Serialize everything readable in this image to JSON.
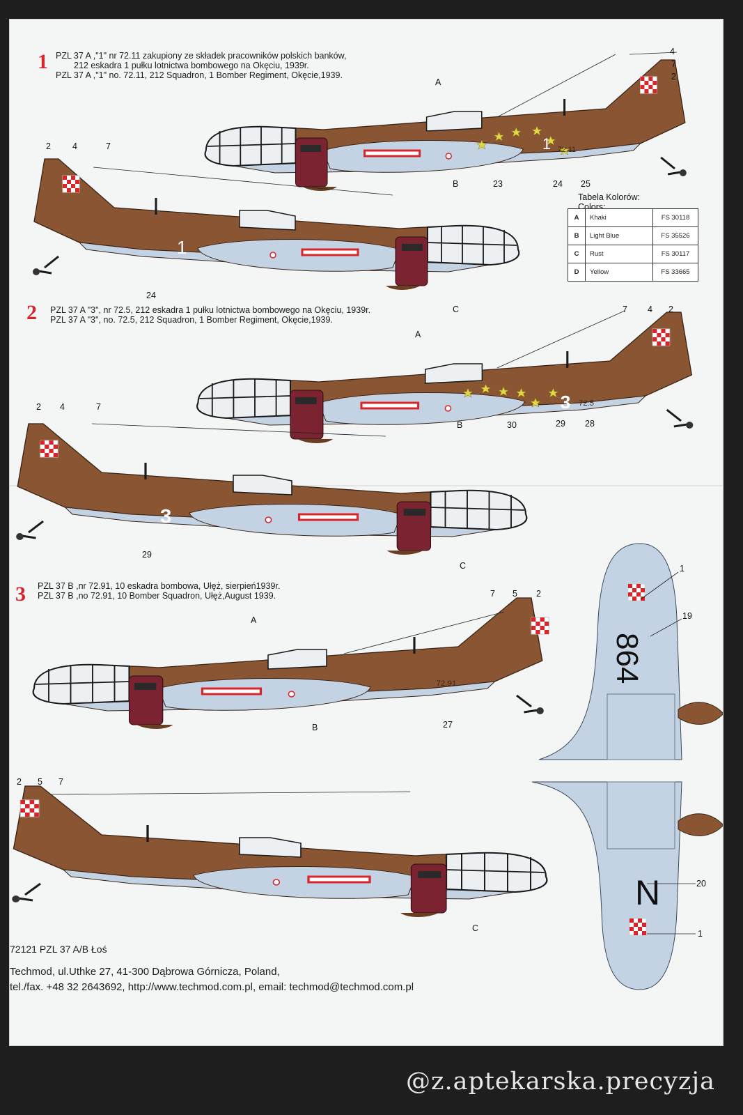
{
  "schemes": [
    {
      "number": "1",
      "line_pl": "PZL 37 A ,\"1\" nr 72.11 zakupiony ze składek pracowników polskich banków,",
      "line_pl_2": "212 eskadra 1 pułku lotnictwa bombowego na Okęciu, 1939r.",
      "line_en": "PZL 37 A ,\"1\" no. 72.11, 212 Squadron, 1 Bomber Regiment, Okęcie,1939.",
      "side_code": "1",
      "serial": "72.11"
    },
    {
      "number": "2",
      "line_pl": "PZL 37 A \"3\", nr 72.5, 212 eskadra 1 pułku lotnictwa bombowego na Okęciu, 1939r.",
      "line_en": "PZL 37 A \"3\", no. 72.5, 212 Squadron, 1 Bomber Regiment, Okęcie,1939.",
      "side_code": "3",
      "serial": "72.5"
    },
    {
      "number": "3",
      "line_pl": "PZL 37 B ,nr 72.91, 10 eskadra bombowa, Ułęż, sierpień1939r.",
      "line_en": "PZL 37 B ,no 72.91, 10 Bomber  Squadron, Ułęż,August 1939.",
      "serial": "72.91"
    }
  ],
  "plan_view": {
    "wing_code_top": "864",
    "wing_code_bottom": "N"
  },
  "callouts": {
    "A": "A",
    "B": "B",
    "C": "C",
    "n1": "1",
    "n2": "2",
    "n4": "4",
    "n5": "5",
    "n7": "7",
    "n19": "19",
    "n20": "20",
    "n23": "23",
    "n24": "24",
    "n25": "25",
    "n27": "27",
    "n28": "28",
    "n29": "29",
    "n30": "30"
  },
  "color_table": {
    "title_pl": "Tabela Kolorów:",
    "title_en": "Colors:",
    "rows": [
      {
        "key": "A",
        "name": "Khaki",
        "fs": "FS 30118"
      },
      {
        "key": "B",
        "name": "Light Blue",
        "fs": "FS 35526"
      },
      {
        "key": "C",
        "name": "Rust",
        "fs": "FS 30117"
      },
      {
        "key": "D",
        "name": "Yellow",
        "fs": "FS 33665"
      }
    ]
  },
  "colors": {
    "khaki": "#8a5532",
    "light_blue": "#c4d3e4",
    "rust": "#7b2330",
    "yellow": "#e1d74a",
    "red": "#d7262b"
  },
  "footer": {
    "product": "72121 PZL 37 A/B Łoś",
    "address": "Techmod, ul.Uthke 27, 41-300 Dąbrowa Górnicza, Poland,",
    "contact": "tel./fax. +48 32 2643692, http://www.techmod.com.pl, email: techmod@techmod.com.pl"
  },
  "watermark": "@z.aptekarska.precyzja"
}
